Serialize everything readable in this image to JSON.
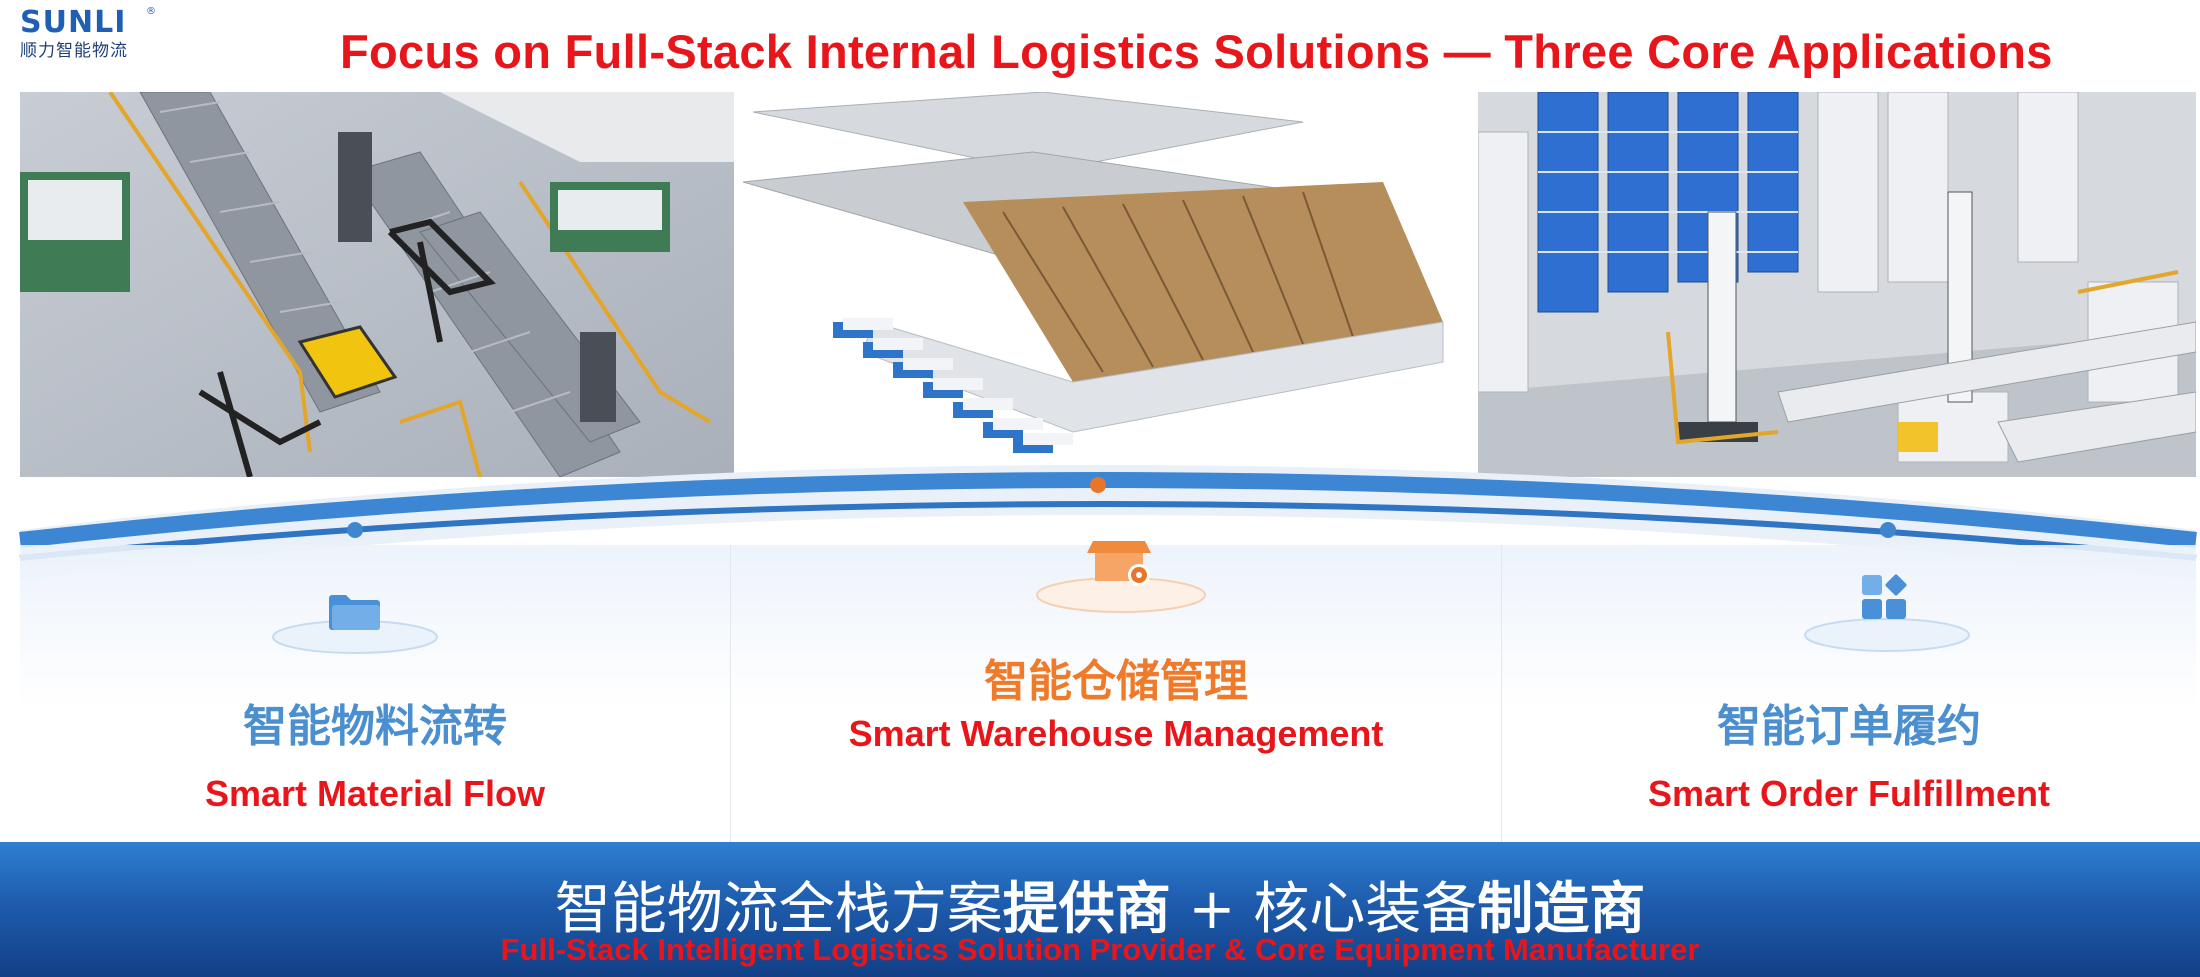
{
  "logo": {
    "brand": "SUNLI",
    "registered": "®",
    "tagline": "顺力智能物流"
  },
  "title": "Focus on Full-Stack Internal Logistics Solutions — Three Core Applications",
  "panels": [
    {
      "icon": "folder-icon",
      "zh": "智能物料流转",
      "en": "Smart Material Flow",
      "dot_color": "#3f86cf",
      "zh_color": "#4b8fd0"
    },
    {
      "icon": "warehouse-gear-icon",
      "zh": "智能仓储管理",
      "en": "Smart Warehouse Management",
      "dot_color": "#e8752a",
      "zh_color": "#ee7a2a"
    },
    {
      "icon": "apps-grid-icon",
      "zh": "智能订单履约",
      "en": "Smart Order Fulfillment",
      "dot_color": "#3f86cf",
      "zh_color": "#4b8fd0"
    }
  ],
  "footer": {
    "zh_part1": "智能物流全栈方案",
    "zh_bold1": "提供商",
    "zh_plus": " + ",
    "zh_part2": "核心装备",
    "zh_bold2": "制造商",
    "en": "Full-Stack Intelligent Logistics Solution Provider & Core Equipment Manufacturer"
  },
  "colors": {
    "accent_red": "#e8161b",
    "accent_blue": "#1f5fb4",
    "accent_orange": "#ee7a2a",
    "band_blue": "#1e5cad"
  }
}
